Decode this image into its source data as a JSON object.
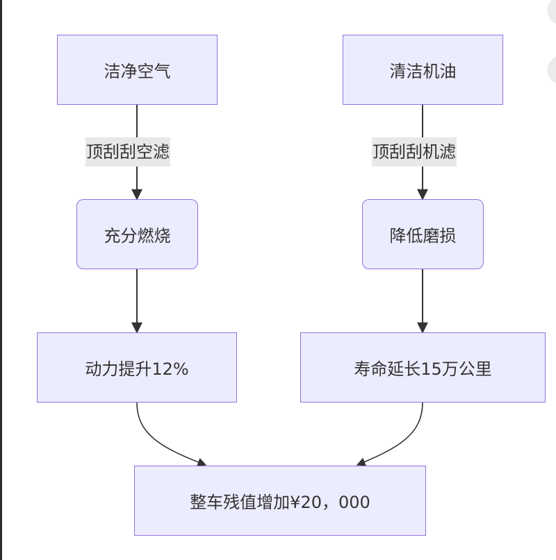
{
  "diagram": {
    "type": "flowchart",
    "direction": "top-down",
    "colors": {
      "node_fill": "#ECECFF",
      "node_stroke": "#9370DB",
      "edge": "#333333",
      "label_bg": "#e8e8e8",
      "text": "#333333"
    },
    "nodes": {
      "clean_air": "洁净空气",
      "clean_oil": "清洁机油",
      "full_combustion": "充分燃烧",
      "reduce_wear": "降低磨损",
      "power_up": "动力提升12%",
      "life_extend": "寿命延长15万公里",
      "residual_value": "整车残值增加¥20，000"
    },
    "edge_labels": {
      "air_filter": "顶刮刮空滤",
      "oil_filter": "顶刮刮机滤"
    },
    "edges": [
      {
        "from": "clean_air",
        "to": "full_combustion",
        "label": "air_filter"
      },
      {
        "from": "full_combustion",
        "to": "power_up"
      },
      {
        "from": "power_up",
        "to": "residual_value"
      },
      {
        "from": "clean_oil",
        "to": "reduce_wear",
        "label": "oil_filter"
      },
      {
        "from": "reduce_wear",
        "to": "life_extend"
      },
      {
        "from": "life_extend",
        "to": "residual_value"
      }
    ]
  }
}
